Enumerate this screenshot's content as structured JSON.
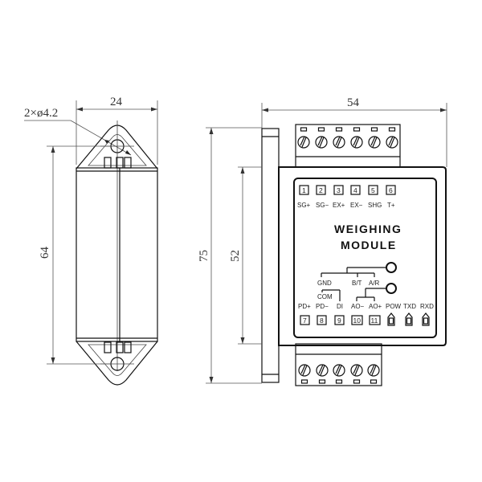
{
  "side_view": {
    "width_dim": "24",
    "height_dim": "64",
    "hole_callout": "2×ø4.2"
  },
  "front_view": {
    "width_dim": "54",
    "height_total_dim": "75",
    "height_body_dim": "52",
    "title_line1": "WEIGHING",
    "title_line2": "MODULE",
    "top_terminals": [
      {
        "num": "1",
        "label": "SG+"
      },
      {
        "num": "2",
        "label": "SG−"
      },
      {
        "num": "3",
        "label": "EX+"
      },
      {
        "num": "4",
        "label": "EX−"
      },
      {
        "num": "5",
        "label": "SHG"
      },
      {
        "num": "6",
        "label": "T+"
      }
    ],
    "bottom_terminals": [
      {
        "num": "7",
        "label": "PD+"
      },
      {
        "num": "8",
        "label": "PD−"
      },
      {
        "num": "9",
        "label": "DI"
      },
      {
        "num": "10",
        "label": "AO−"
      },
      {
        "num": "11",
        "label": "AO+"
      }
    ],
    "jumper_labels": {
      "gnd": "GND",
      "bt": "B/T",
      "ar": "A/R",
      "com": "COM"
    },
    "leds": [
      {
        "label": "POW"
      },
      {
        "label": "TXD"
      },
      {
        "label": "RXD"
      }
    ],
    "top_screw_count": 6,
    "bottom_screw_count": 5
  }
}
